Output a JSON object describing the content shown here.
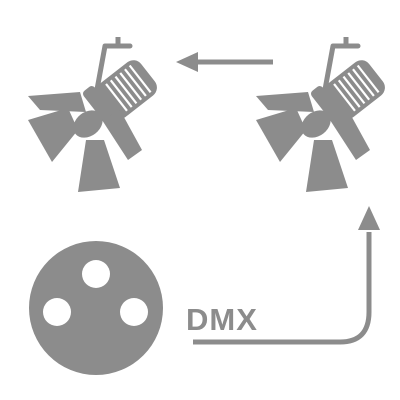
{
  "diagram": {
    "label": "DMX",
    "colors": {
      "gray": "#8c8c8c",
      "background": "#ffffff"
    },
    "nodes": [
      {
        "id": "controller",
        "icon": "xlr-connector-icon"
      },
      {
        "id": "spotlight-right",
        "icon": "stage-spotlight-icon"
      },
      {
        "id": "spotlight-left",
        "icon": "stage-spotlight-icon"
      }
    ],
    "edges": [
      {
        "from": "controller",
        "to": "spotlight-right",
        "label": "DMX"
      },
      {
        "from": "spotlight-right",
        "to": "spotlight-left",
        "label": ""
      }
    ]
  }
}
